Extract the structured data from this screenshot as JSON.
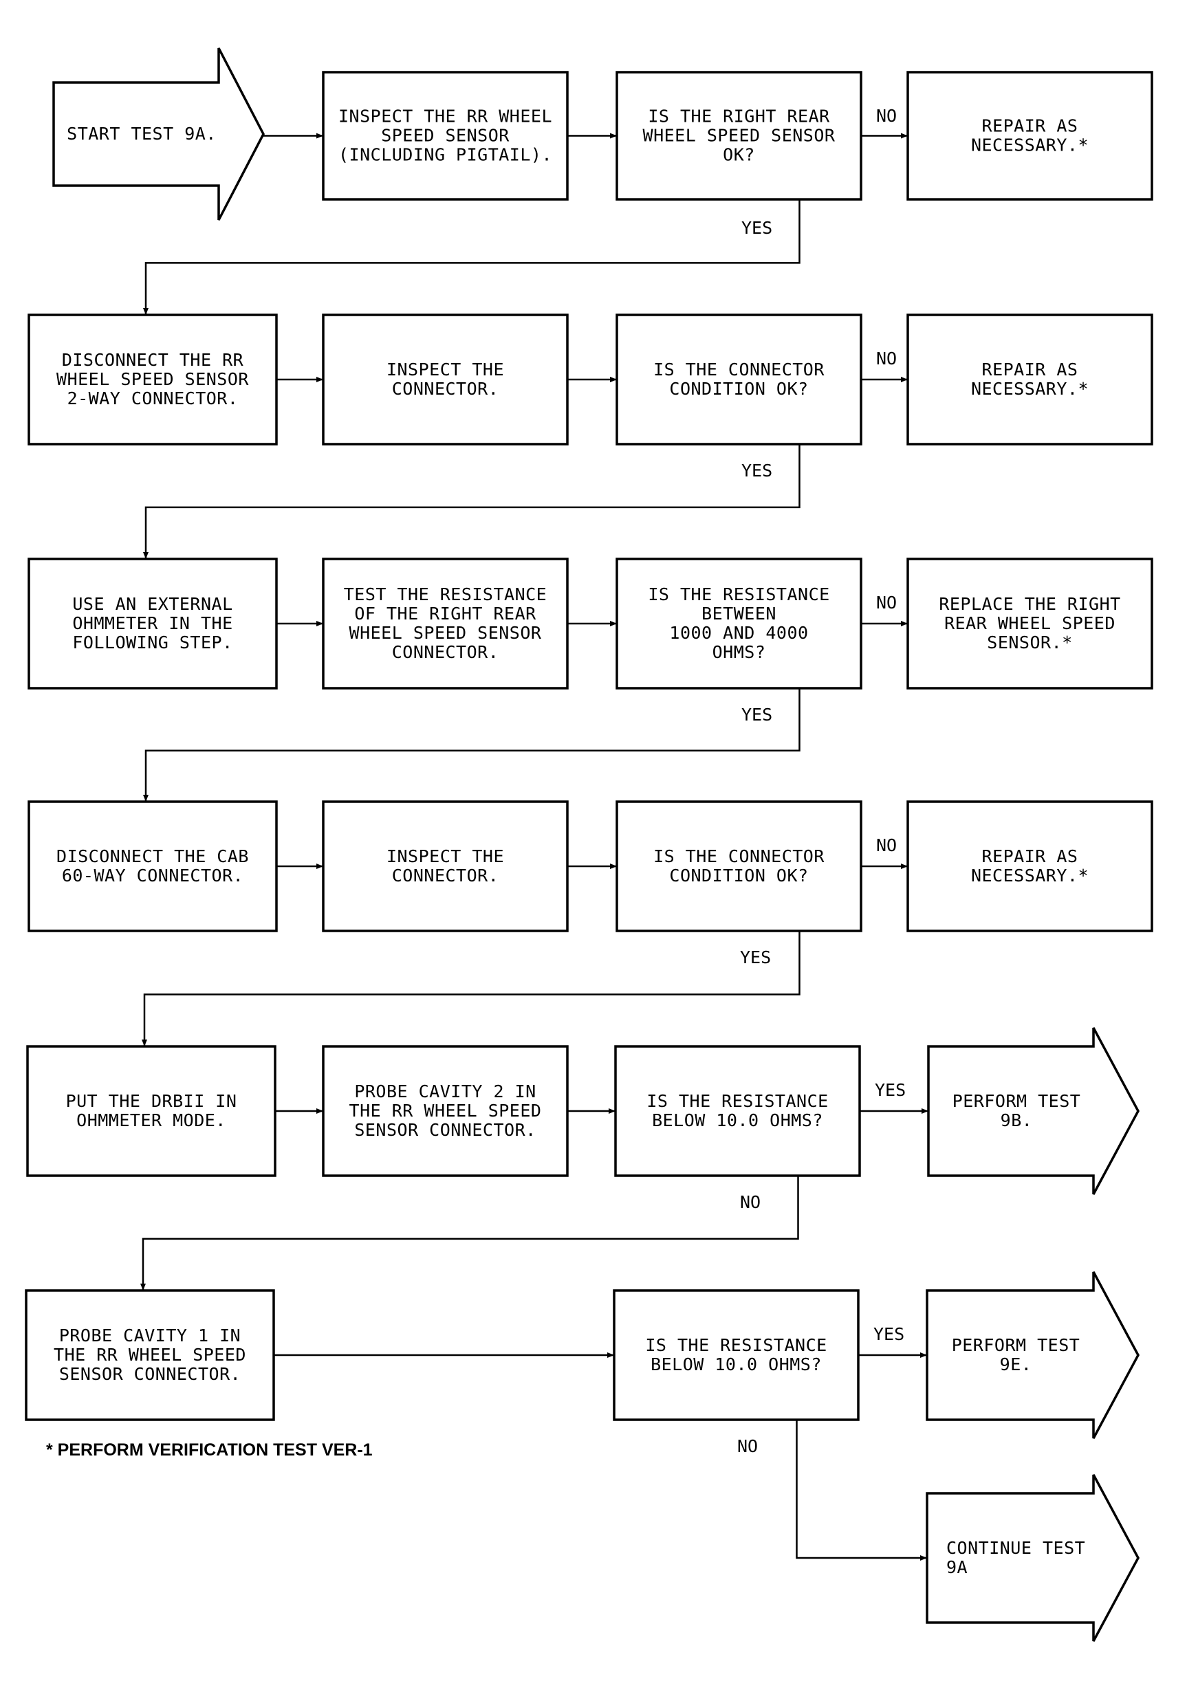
{
  "nodes": {
    "start": [
      "START TEST 9A."
    ],
    "inspect_sensor": [
      "INSPECT THE RR WHEEL",
      "SPEED SENSOR",
      "(INCLUDING PIGTAIL)."
    ],
    "q_sensor_ok": [
      "IS THE RIGHT REAR",
      "WHEEL SPEED SENSOR",
      "OK?"
    ],
    "repair_1": [
      "REPAIR AS",
      "NECESSARY.*"
    ],
    "disconnect_2way": [
      "DISCONNECT THE RR",
      "WHEEL SPEED SENSOR",
      "2-WAY CONNECTOR."
    ],
    "inspect_conn_1": [
      "INSPECT THE",
      "CONNECTOR."
    ],
    "q_conn_ok_1": [
      "IS THE CONNECTOR",
      "CONDITION OK?"
    ],
    "repair_2": [
      "REPAIR AS",
      "NECESSARY.*"
    ],
    "use_ohmmeter": [
      "USE AN EXTERNAL",
      "OHMMETER IN THE",
      "FOLLOWING STEP."
    ],
    "test_resistance": [
      "TEST THE RESISTANCE",
      "OF THE RIGHT REAR",
      "WHEEL SPEED SENSOR",
      "CONNECTOR."
    ],
    "q_resistance": [
      "IS THE RESISTANCE",
      "BETWEEN",
      "1000 AND 4000",
      "OHMS?"
    ],
    "replace_sensor": [
      "REPLACE THE RIGHT",
      "REAR WHEEL SPEED",
      "SENSOR.*"
    ],
    "disconnect_cab": [
      "DISCONNECT THE CAB",
      "60-WAY CONNECTOR."
    ],
    "inspect_conn_2": [
      "INSPECT THE",
      "CONNECTOR."
    ],
    "q_conn_ok_2": [
      "IS THE CONNECTOR",
      "CONDITION OK?"
    ],
    "repair_3": [
      "REPAIR AS",
      "NECESSARY.*"
    ],
    "drbii_mode": [
      "PUT THE DRBII IN",
      "OHMMETER MODE."
    ],
    "probe_cavity_2": [
      "PROBE CAVITY 2 IN",
      "THE RR WHEEL SPEED",
      "SENSOR CONNECTOR."
    ],
    "q_below_10_a": [
      "IS THE RESISTANCE",
      "BELOW 10.0 OHMS?"
    ],
    "perform_9b": [
      "PERFORM TEST",
      "9B."
    ],
    "probe_cavity_1": [
      "PROBE CAVITY 1 IN",
      "THE RR WHEEL SPEED",
      "SENSOR CONNECTOR."
    ],
    "q_below_10_b": [
      "IS THE RESISTANCE",
      "BELOW 10.0 OHMS?"
    ],
    "perform_9e": [
      "PERFORM TEST",
      "9E."
    ],
    "continue_9a": [
      "CONTINUE TEST",
      "9A"
    ]
  },
  "edge_labels": {
    "no": "NO",
    "yes": "YES"
  },
  "footnote": "* PERFORM VERIFICATION TEST VER-1"
}
